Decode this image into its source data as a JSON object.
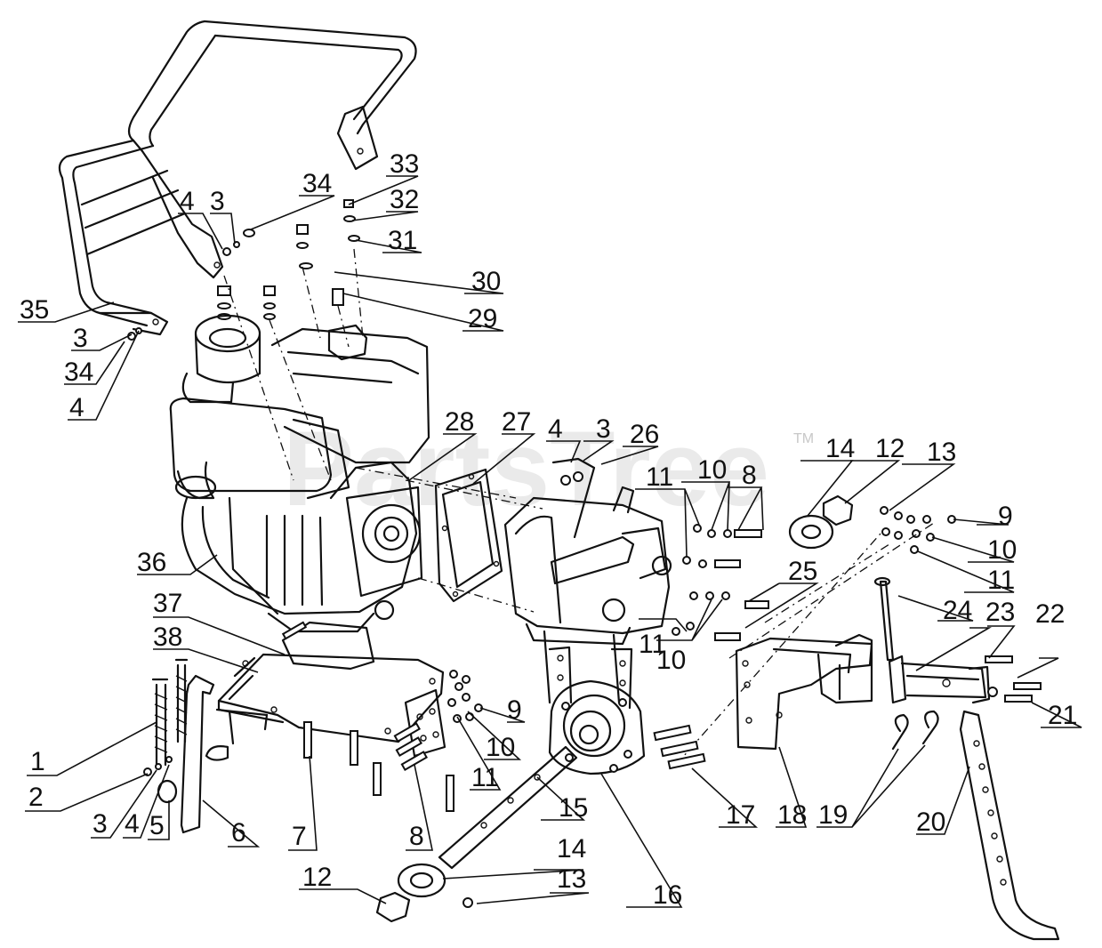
{
  "watermark": {
    "text": "PartsTree",
    "trademark": "TM"
  },
  "callouts": [
    {
      "id": "c1",
      "label": "1"
    },
    {
      "id": "c2",
      "label": "2"
    },
    {
      "id": "c3a",
      "label": "3"
    },
    {
      "id": "c4a",
      "label": "4"
    },
    {
      "id": "c5",
      "label": "5"
    },
    {
      "id": "c6",
      "label": "6"
    },
    {
      "id": "c7",
      "label": "7"
    },
    {
      "id": "c8a",
      "label": "8"
    },
    {
      "id": "c9a",
      "label": "9"
    },
    {
      "id": "c10a",
      "label": "10"
    },
    {
      "id": "c11a",
      "label": "11"
    },
    {
      "id": "c12a",
      "label": "12"
    },
    {
      "id": "c13a",
      "label": "13"
    },
    {
      "id": "c14a",
      "label": "14"
    },
    {
      "id": "c15",
      "label": "15"
    },
    {
      "id": "c16",
      "label": "16"
    },
    {
      "id": "c17",
      "label": "17"
    },
    {
      "id": "c18",
      "label": "18"
    },
    {
      "id": "c19",
      "label": "19"
    },
    {
      "id": "c20",
      "label": "20"
    },
    {
      "id": "c21",
      "label": "21"
    },
    {
      "id": "c22",
      "label": "22"
    },
    {
      "id": "c23",
      "label": "23"
    },
    {
      "id": "c24",
      "label": "24"
    },
    {
      "id": "c25",
      "label": "25"
    },
    {
      "id": "c9b",
      "label": "9"
    },
    {
      "id": "c10b",
      "label": "10"
    },
    {
      "id": "c11b",
      "label": "11"
    },
    {
      "id": "c13b",
      "label": "13"
    },
    {
      "id": "c12b",
      "label": "12"
    },
    {
      "id": "c14b",
      "label": "14"
    },
    {
      "id": "c8b",
      "label": "8"
    },
    {
      "id": "c10c",
      "label": "10"
    },
    {
      "id": "c11c",
      "label": "11"
    },
    {
      "id": "c26",
      "label": "26"
    },
    {
      "id": "c3b",
      "label": "3"
    },
    {
      "id": "c4b",
      "label": "4"
    },
    {
      "id": "c27",
      "label": "27"
    },
    {
      "id": "c28",
      "label": "28"
    },
    {
      "id": "c10d",
      "label": "10"
    },
    {
      "id": "c11d",
      "label": "11"
    },
    {
      "id": "c36",
      "label": "36"
    },
    {
      "id": "c37",
      "label": "37"
    },
    {
      "id": "c38",
      "label": "38"
    },
    {
      "id": "c35",
      "label": "35"
    },
    {
      "id": "c3c",
      "label": "3"
    },
    {
      "id": "c34a",
      "label": "34"
    },
    {
      "id": "c4c",
      "label": "4"
    },
    {
      "id": "c4d",
      "label": "4"
    },
    {
      "id": "c3d",
      "label": "3"
    },
    {
      "id": "c34b",
      "label": "34"
    },
    {
      "id": "c33",
      "label": "33"
    },
    {
      "id": "c32",
      "label": "32"
    },
    {
      "id": "c31",
      "label": "31"
    },
    {
      "id": "c30",
      "label": "30"
    },
    {
      "id": "c29",
      "label": "29"
    }
  ]
}
